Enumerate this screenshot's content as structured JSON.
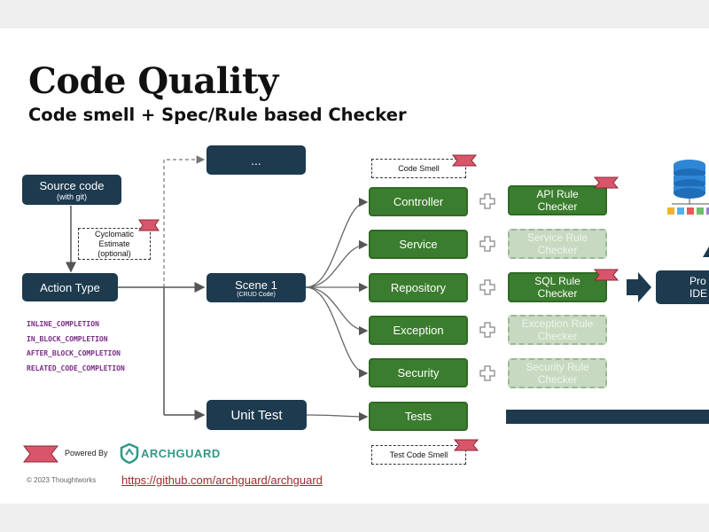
{
  "title": "Code Quality",
  "subtitle": "Code smell + Spec/Rule based Checker",
  "source": {
    "label": "Source code",
    "sub": "(with git)"
  },
  "cyclomatic": {
    "lines": [
      "Cyclomatic",
      "Estimate",
      "(optional)"
    ]
  },
  "action_type": "Action Type",
  "completions": [
    "INLINE_COMPLETION",
    "IN_BLOCK_COMPLETION",
    "AFTER_BLOCK_COMPLETION",
    "RELATED_CODE_COMPLETION"
  ],
  "ellipsis": "...",
  "scene": {
    "label": "Scene 1",
    "sub": "(CRUD Code)"
  },
  "unit_test": "Unit Test",
  "code_smell": "Code Smell",
  "test_code_smell": "Test Code Smell",
  "categories": [
    "Controller",
    "Service",
    "Repository",
    "Exception",
    "Security",
    "Tests"
  ],
  "checkers": [
    {
      "lines": [
        "API Rule",
        "Checker"
      ],
      "style": "active",
      "flag": true
    },
    {
      "lines": [
        "Service Rule",
        "Checker"
      ],
      "style": "inactive",
      "flag": false
    },
    {
      "lines": [
        "SQL Rule",
        "Checker"
      ],
      "style": "active",
      "flag": true
    },
    {
      "lines": [
        "Exception Rule",
        "Checker"
      ],
      "style": "inactive",
      "flag": false
    },
    {
      "lines": [
        "Security Rule",
        "Checker"
      ],
      "style": "inactive",
      "flag": false
    }
  ],
  "ide_box": {
    "lines": [
      "Pro",
      "IDE"
    ]
  },
  "powered_by": "Powered By",
  "archguard": "ARCHGUARD",
  "copyright": "© 2023 Thoughtworks",
  "link": "https://github.com/archguard/archguard",
  "colors": {
    "navy": "#1d3a4f",
    "green": "#3b7d2e",
    "green_light": "#c7dac1",
    "flag": "#d9566a",
    "mono": "#7a2a86",
    "link": "#a02a2a"
  },
  "icons": [
    "database-icon",
    "flag-icon",
    "plus-icon",
    "arrow-right-icon",
    "archguard-logo-icon"
  ]
}
